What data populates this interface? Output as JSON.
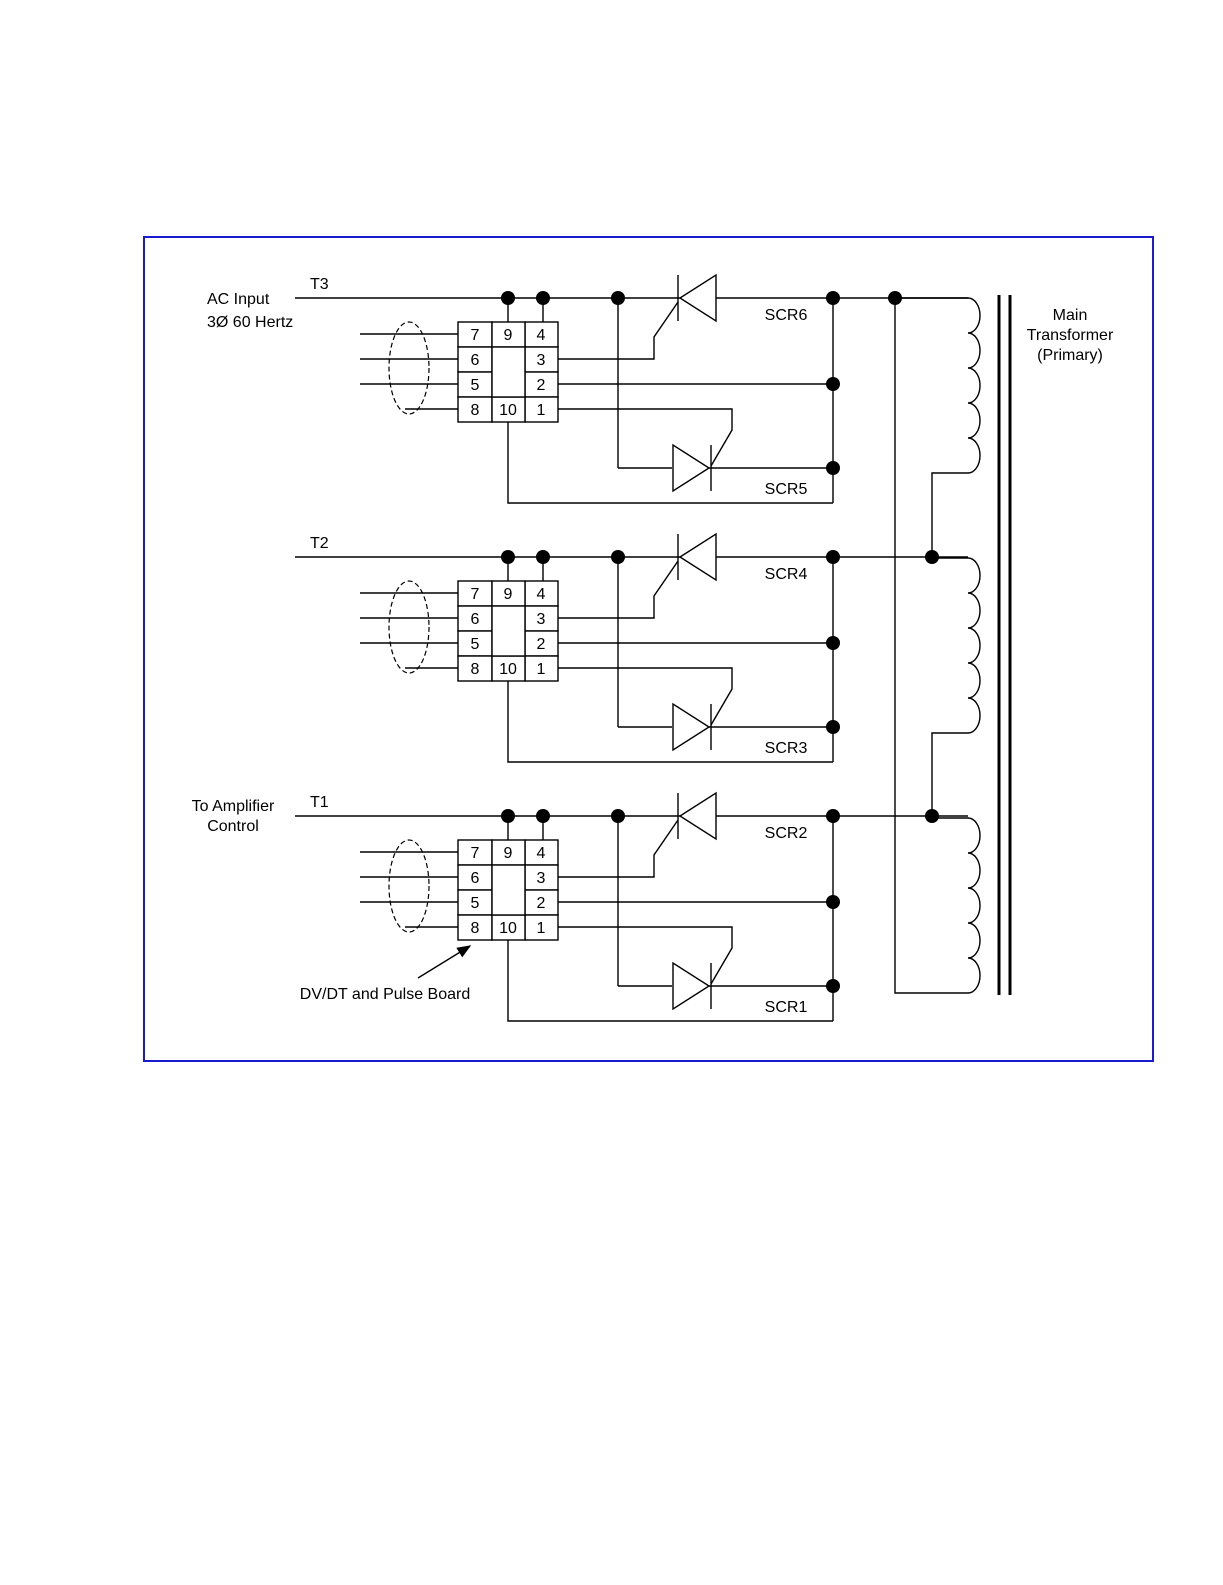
{
  "labels": {
    "ac_input_line1": "AC Input",
    "ac_input_line2": "3Ø  60  Hertz",
    "amp_control_line1": "To Amplifier",
    "amp_control_line2": "Control",
    "board_callout": "DV/DT and Pulse Board",
    "transformer_line1": "Main",
    "transformer_line2": "Transformer",
    "transformer_line3": "(Primary)"
  },
  "phases": [
    {
      "terminal": "T3",
      "scr_top": "SCR6",
      "scr_bottom": "SCR5"
    },
    {
      "terminal": "T2",
      "scr_top": "SCR4",
      "scr_bottom": "SCR3"
    },
    {
      "terminal": "T1",
      "scr_top": "SCR2",
      "scr_bottom": "SCR1"
    }
  ],
  "board_pins": {
    "r0": [
      "7",
      "9",
      "4"
    ],
    "r1": [
      "6",
      "",
      "3"
    ],
    "r2": [
      "5",
      "",
      "2"
    ],
    "r3": [
      "8",
      "10",
      "1"
    ]
  },
  "colors": {
    "frame": "#1a1ad0",
    "wire": "#000000"
  }
}
